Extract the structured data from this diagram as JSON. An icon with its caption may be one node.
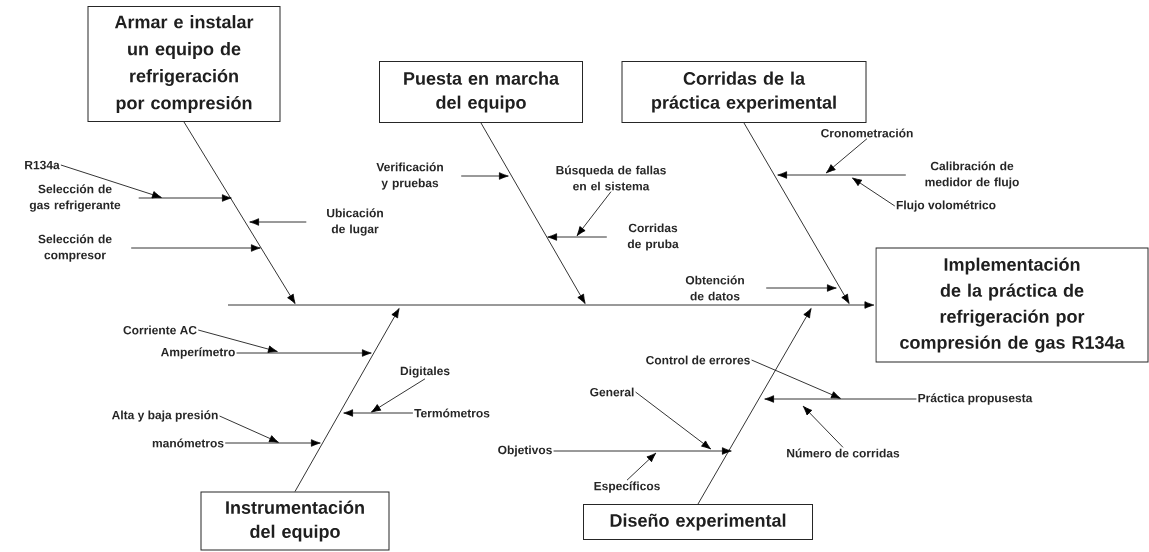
{
  "diagram": {
    "nodes": [
      {
        "text": [
          "Armar e instalar un equipo de refrigeración por compresión"
        ]
      },
      {
        "text": [
          "Puesta en marcha del equipo"
        ]
      },
      {
        "text": [
          "Corridas de la práctica experimental"
        ]
      },
      {
        "text": [
          "Implementación de la práctica de refrigeración por compresión de gas R134a"
        ]
      },
      {
        "text": [
          "Instrumentación del equipo"
        ]
      },
      {
        "text": [
          "Diseño experimental"
        ]
      },
      {
        "text": [
          "R134a"
        ]
      },
      {
        "text": [
          "Selección de gas refrigerante"
        ]
      },
      {
        "text": [
          "Ubicación de lugar"
        ]
      },
      {
        "text": [
          "Selección de compresor"
        ]
      },
      {
        "text": [
          "Verificación y pruebas"
        ]
      },
      {
        "text": [
          "Búsqueda de fallas en el sistema"
        ]
      },
      {
        "text": [
          "Corridas de pruba"
        ]
      },
      {
        "text": [
          "Obtención de datos"
        ]
      },
      {
        "text": [
          "Cronometración"
        ]
      },
      {
        "text": [
          "Calibración de medidor de flujo"
        ]
      },
      {
        "text": [
          "Flujo volométrico"
        ]
      },
      {
        "text": [
          "Corriente AC"
        ]
      },
      {
        "text": [
          "Amperímetro"
        ]
      },
      {
        "text": [
          "Digitales"
        ]
      },
      {
        "text": [
          "Termómetros"
        ]
      },
      {
        "text": [
          "Alta y baja presión"
        ]
      },
      {
        "text": [
          "manómetros"
        ]
      },
      {
        "text": [
          "General"
        ]
      },
      {
        "text": [
          "Objetivos"
        ]
      },
      {
        "text": [
          "Específicos"
        ]
      },
      {
        "text": [
          "Control de errores"
        ]
      },
      {
        "text": [
          "Práctica propusesta"
        ]
      },
      {
        "text": [
          "Número de corridas"
        ]
      }
    ],
    "edges": [
      {
        "from": null,
        "to": 3,
        "arrow": "to"
      },
      {
        "from": 0,
        "to": null,
        "arrow": "to"
      },
      {
        "from": 1,
        "to": null,
        "arrow": "to"
      },
      {
        "from": 2,
        "to": null,
        "arrow": "to"
      },
      {
        "from": 4,
        "to": null,
        "arrow": "to"
      },
      {
        "from": 5,
        "to": null,
        "arrow": "to"
      },
      {
        "from": 6,
        "to": null,
        "arrow": "to"
      },
      {
        "from": 7,
        "to": null,
        "arrow": "to"
      },
      {
        "from": 8,
        "to": null,
        "arrow": "to"
      },
      {
        "from": 9,
        "to": null,
        "arrow": "to"
      },
      {
        "from": 10,
        "to": null,
        "arrow": "to"
      },
      {
        "from": 11,
        "to": null,
        "arrow": "to"
      },
      {
        "from": 12,
        "to": null,
        "arrow": "to"
      },
      {
        "from": 13,
        "to": null,
        "arrow": "to"
      },
      {
        "from": 14,
        "to": null,
        "arrow": "to"
      },
      {
        "from": 15,
        "to": null,
        "arrow": "to"
      },
      {
        "from": 16,
        "to": null,
        "arrow": "to"
      },
      {
        "from": 17,
        "to": null,
        "arrow": "to"
      },
      {
        "from": 18,
        "to": null,
        "arrow": "to"
      },
      {
        "from": 19,
        "to": null,
        "arrow": "to"
      },
      {
        "from": 20,
        "to": null,
        "arrow": "to"
      },
      {
        "from": 21,
        "to": null,
        "arrow": "to"
      },
      {
        "from": 22,
        "to": null,
        "arrow": "to"
      },
      {
        "from": 23,
        "to": null,
        "arrow": "to"
      },
      {
        "from": 24,
        "to": null,
        "arrow": "to"
      },
      {
        "from": 25,
        "to": null,
        "arrow": "to"
      },
      {
        "from": 26,
        "to": null,
        "arrow": "to"
      },
      {
        "from": 27,
        "to": null,
        "arrow": "to"
      },
      {
        "from": 28,
        "to": null,
        "arrow": "to"
      }
    ]
  }
}
